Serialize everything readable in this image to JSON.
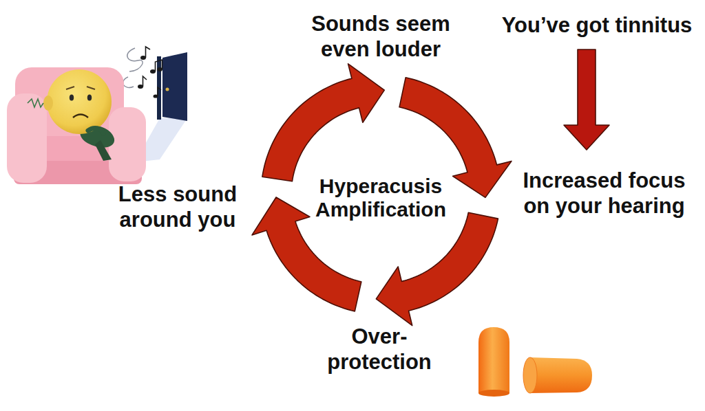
{
  "diagram": {
    "nodes": [
      {
        "text": [
          "Sounds seem even louder"
        ]
      },
      {
        "text": [
          "You’ve got tinnitus"
        ]
      },
      {
        "text": [
          "Less sound around you"
        ]
      },
      {
        "text": [
          "Increased focus on your hearing"
        ]
      },
      {
        "text": [
          "Over- protection"
        ]
      }
    ],
    "edges": [
      {
        "from": 1,
        "to": 3,
        "arrow": "to"
      },
      {
        "from": 0,
        "to": 3,
        "arrow": "to"
      },
      {
        "from": 3,
        "to": 4,
        "arrow": "to"
      },
      {
        "from": 4,
        "to": 2,
        "arrow": "to"
      },
      {
        "from": 2,
        "to": 0,
        "arrow": "to"
      }
    ],
    "labels": [
      "Hyperacusis Amplification"
    ]
  }
}
